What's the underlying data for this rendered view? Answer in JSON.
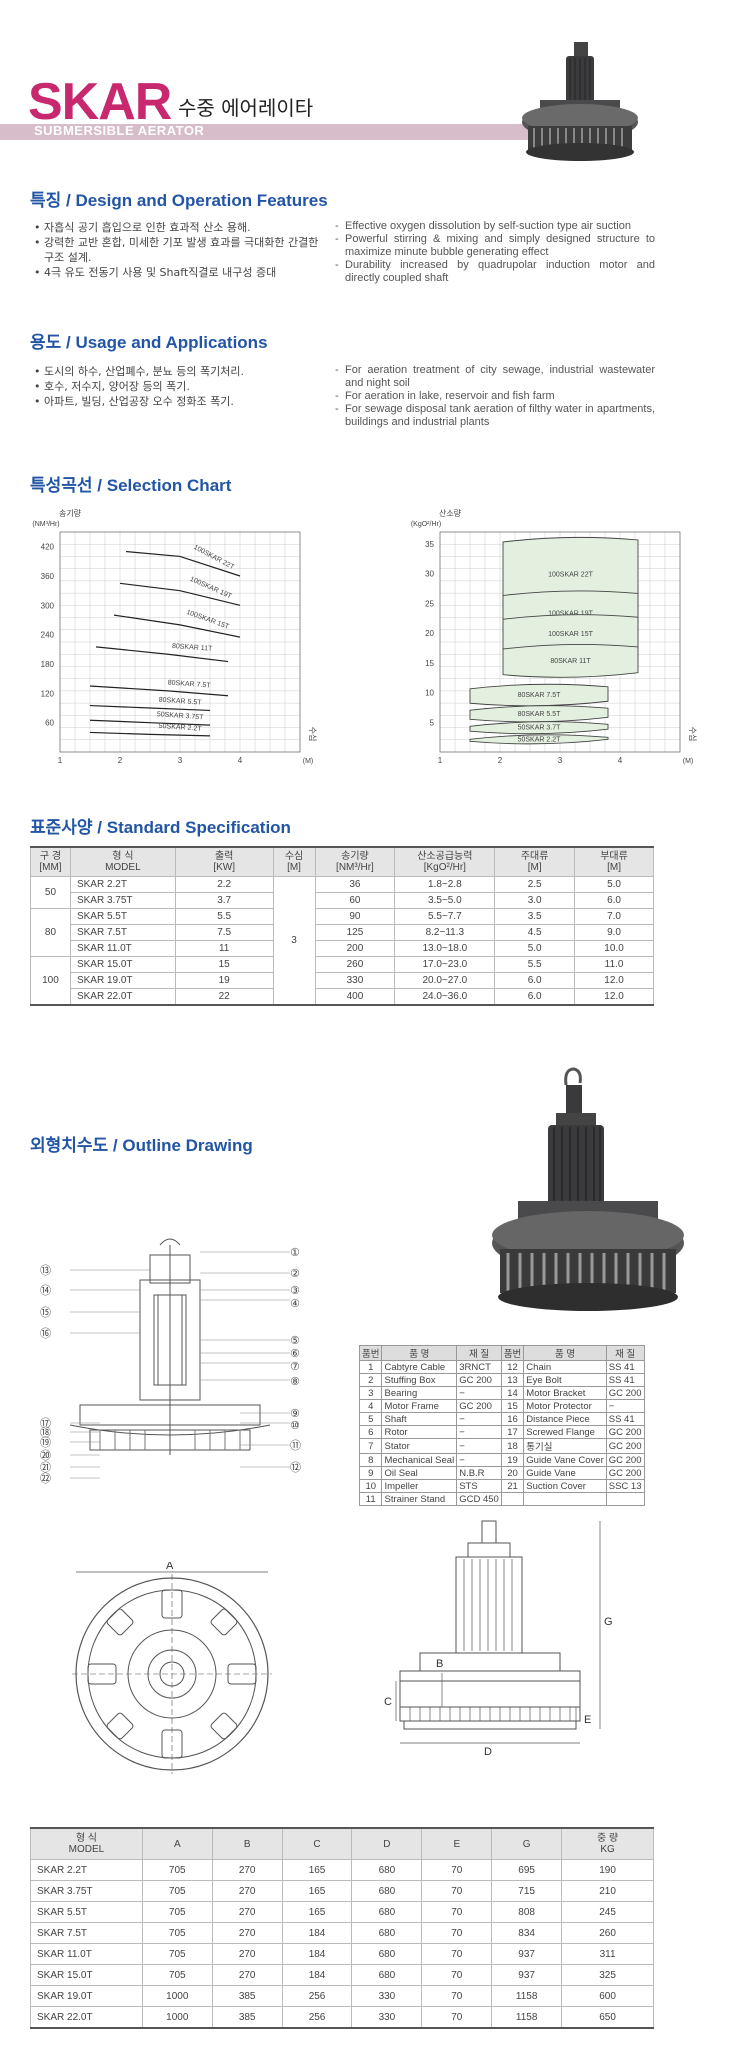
{
  "header": {
    "brand": "SKAR",
    "korean": "수중 에어레이타",
    "sub": "SUBMERSIBLE AERATOR"
  },
  "features": {
    "title": "특징 / Design and Operation Features",
    "kr": [
      "자흡식 공기 흡입으로 인한 효과적 산소 용해.",
      "강력한 교반 혼합, 미세한 기포 발생 효과를 극대화한 간결한 구조 설계.",
      "4극 유도 전동기 사용 및 Shaft직결로 내구성 증대"
    ],
    "en": [
      "Effective oxygen dissolution by self-suction type air suction",
      "Powerful stirring & mixing and simply designed structure to maximize minute bubble generating effect",
      "Durability increased by quadrupolar induction motor and directly coupled shaft"
    ]
  },
  "usage": {
    "title": "용도 / Usage and Applications",
    "kr": [
      "도시의 하수, 산업폐수, 분뇨 등의 폭기처리.",
      "호수, 저수지, 양어장 등의 폭기.",
      "아파트, 빌딩, 산업공장 오수 정화조 폭기."
    ],
    "en": [
      "For aeration treatment of city sewage, industrial wastewater and night soil",
      "For aeration in lake, reservoir and fish farm",
      "For sewage disposal tank aeration of filthy water in apartments, buildings and industrial plants"
    ]
  },
  "selection": {
    "title": "특성곡선 / Selection Chart"
  },
  "chart_data": [
    {
      "type": "line",
      "ylabel": "송기량",
      "yunit": "(NM³/Hr)",
      "xlabel": "수심",
      "xunit": "(M)",
      "x_ticks": [
        "1",
        "2",
        "3",
        "4"
      ],
      "y_ticks": [
        "60",
        "120",
        "180",
        "240",
        "300",
        "360",
        "420"
      ],
      "ylim": [
        0,
        450
      ],
      "xlim": [
        1,
        5
      ],
      "grid": true,
      "series": [
        {
          "name": "100SKAR 22T",
          "x": [
            2.1,
            3.0,
            4.0
          ],
          "y": [
            410,
            400,
            360
          ]
        },
        {
          "name": "100SKAR 19T",
          "x": [
            2.0,
            3.0,
            4.0
          ],
          "y": [
            345,
            330,
            300
          ]
        },
        {
          "name": "100SKAR 15T",
          "x": [
            1.9,
            3.0,
            4.0
          ],
          "y": [
            280,
            260,
            235
          ]
        },
        {
          "name": "80SKAR 11T",
          "x": [
            1.6,
            2.8,
            3.8
          ],
          "y": [
            215,
            200,
            185
          ]
        },
        {
          "name": "80SKAR 7.5T",
          "x": [
            1.5,
            2.8,
            3.8
          ],
          "y": [
            135,
            125,
            115
          ]
        },
        {
          "name": "80SKAR 5.5T",
          "x": [
            1.5,
            2.5,
            3.5
          ],
          "y": [
            95,
            90,
            85
          ]
        },
        {
          "name": "50SKAR 3.75T",
          "x": [
            1.5,
            2.5,
            3.5
          ],
          "y": [
            65,
            60,
            55
          ]
        },
        {
          "name": "50SKAR 2.2T",
          "x": [
            1.5,
            2.5,
            3.5
          ],
          "y": [
            40,
            36,
            33
          ]
        }
      ]
    },
    {
      "type": "area",
      "ylabel": "산소량",
      "yunit": "(KgO²/Hr)",
      "xlabel": "수심",
      "xunit": "(M)",
      "x_ticks": [
        "1",
        "2",
        "3",
        "4"
      ],
      "y_ticks": [
        "5",
        "10",
        "15",
        "20",
        "25",
        "30",
        "35"
      ],
      "ylim": [
        0,
        37
      ],
      "xlim": [
        1,
        5
      ],
      "grid": true,
      "series": [
        {
          "name": "100SKAR 22T",
          "range": [
            24.0,
            36.0
          ]
        },
        {
          "name": "100SKAR 19T",
          "range": [
            20.0,
            27.0
          ]
        },
        {
          "name": "100SKAR 15T",
          "range": [
            17.0,
            23.0
          ]
        },
        {
          "name": "80SKAR 11T",
          "range": [
            13.0,
            18.0
          ]
        },
        {
          "name": "80SKAR 7.5T",
          "range": [
            8.2,
            11.3
          ]
        },
        {
          "name": "80SKAR 5.5T",
          "range": [
            5.5,
            7.7
          ]
        },
        {
          "name": "50SKAR 3.7T",
          "range": [
            3.5,
            5.0
          ]
        },
        {
          "name": "50SKAR 2.2T",
          "range": [
            1.8,
            2.8
          ]
        }
      ]
    }
  ],
  "spec": {
    "title": "표준사양 / Standard Specification",
    "headers": [
      "구 경",
      "[MM]",
      "형 식",
      "MODEL",
      "출력",
      "[KW]",
      "수심",
      "[M]",
      "송기량",
      "[NM³/Hr]",
      "산소공급능력",
      "[KgO²/Hr]",
      "주대류",
      "[M]",
      "부대류",
      "[M]"
    ],
    "bores": [
      "50",
      "80",
      "100"
    ],
    "depth": "3",
    "rows": [
      [
        "SKAR  2.2T",
        "2.2",
        "36",
        "1.8~2.8",
        "2.5",
        "5.0"
      ],
      [
        "SKAR  3.75T",
        "3.7",
        "60",
        "3.5~5.0",
        "3.0",
        "6.0"
      ],
      [
        "SKAR  5.5T",
        "5.5",
        "90",
        "5.5~7.7",
        "3.5",
        "7.0"
      ],
      [
        "SKAR  7.5T",
        "7.5",
        "125",
        "8.2~11.3",
        "4.5",
        "9.0"
      ],
      [
        "SKAR  11.0T",
        "11",
        "200",
        "13.0~18.0",
        "5.0",
        "10.0"
      ],
      [
        "SKAR  15.0T",
        "15",
        "260",
        "17.0~23.0",
        "5.5",
        "11.0"
      ],
      [
        "SKAR  19.0T",
        "19",
        "330",
        "20.0~27.0",
        "6.0",
        "12.0"
      ],
      [
        "SKAR  22.0T",
        "22",
        "400",
        "24.0~36.0",
        "6.0",
        "12.0"
      ]
    ]
  },
  "outline": {
    "title": "외형치수도 / Outline Drawing",
    "callouts": [
      "①",
      "②",
      "③",
      "④",
      "⑤",
      "⑥",
      "⑦",
      "⑧",
      "⑨",
      "⑩",
      "⑪",
      "⑫",
      "⑬",
      "⑭",
      "⑮",
      "⑯",
      "⑰",
      "⑱",
      "⑲",
      "⑳",
      "㉑",
      "㉒"
    ],
    "dim_letters": [
      "A",
      "B",
      "C",
      "D",
      "E",
      "G"
    ]
  },
  "parts": {
    "headers": [
      "품번",
      "품 명",
      "재 질",
      "품번",
      "품 명",
      "재 질"
    ],
    "rows": [
      [
        "1",
        "Cabtyre Cable",
        "3RNCT",
        "12",
        "Chain",
        "SS 41"
      ],
      [
        "2",
        "Stuffing Box",
        "GC 200",
        "13",
        "Eye Bolt",
        "SS 41"
      ],
      [
        "3",
        "Bearing",
        "−",
        "14",
        "Motor Bracket",
        "GC 200"
      ],
      [
        "4",
        "Motor Frame",
        "GC 200",
        "15",
        "Motor Protector",
        "−"
      ],
      [
        "5",
        "Shaft",
        "−",
        "16",
        "Distance Piece",
        "SS 41"
      ],
      [
        "6",
        "Rotor",
        "−",
        "17",
        "Screwed Flange",
        "GC 200"
      ],
      [
        "7",
        "Stator",
        "−",
        "18",
        "통기실",
        "GC 200"
      ],
      [
        "8",
        "Mechanical Seal",
        "−",
        "19",
        "Guide Vane Cover",
        "GC 200"
      ],
      [
        "9",
        "Oil Seal",
        "N.B.R",
        "20",
        "Guide Vane",
        "GC 200"
      ],
      [
        "10",
        "Impeller",
        "STS",
        "21",
        "Suction Cover",
        "SSC 13"
      ],
      [
        "11",
        "Strainer Stand",
        "GCD 450",
        "",
        "",
        ""
      ]
    ]
  },
  "dims": {
    "headers": [
      "형 식",
      "MODEL",
      "A",
      "B",
      "C",
      "D",
      "E",
      "G",
      "중 량",
      "KG"
    ],
    "rows": [
      [
        "SKAR  2.2T",
        "705",
        "270",
        "165",
        "680",
        "70",
        "695",
        "190"
      ],
      [
        "SKAR  3.75T",
        "705",
        "270",
        "165",
        "680",
        "70",
        "715",
        "210"
      ],
      [
        "SKAR  5.5T",
        "705",
        "270",
        "165",
        "680",
        "70",
        "808",
        "245"
      ],
      [
        "SKAR  7.5T",
        "705",
        "270",
        "184",
        "680",
        "70",
        "834",
        "260"
      ],
      [
        "SKAR  11.0T",
        "705",
        "270",
        "184",
        "680",
        "70",
        "937",
        "311"
      ],
      [
        "SKAR  15.0T",
        "705",
        "270",
        "184",
        "680",
        "70",
        "937",
        "325"
      ],
      [
        "SKAR  19.0T",
        "1000",
        "385",
        "256",
        "330",
        "70",
        "1158",
        "600"
      ],
      [
        "SKAR  22.0T",
        "1000",
        "385",
        "256",
        "330",
        "70",
        "1158",
        "650"
      ]
    ]
  },
  "colors": {
    "brand": "#c8286d",
    "title": "#2255a5",
    "band": "#d7bcc9",
    "chart_fill": "#e4f0df"
  }
}
